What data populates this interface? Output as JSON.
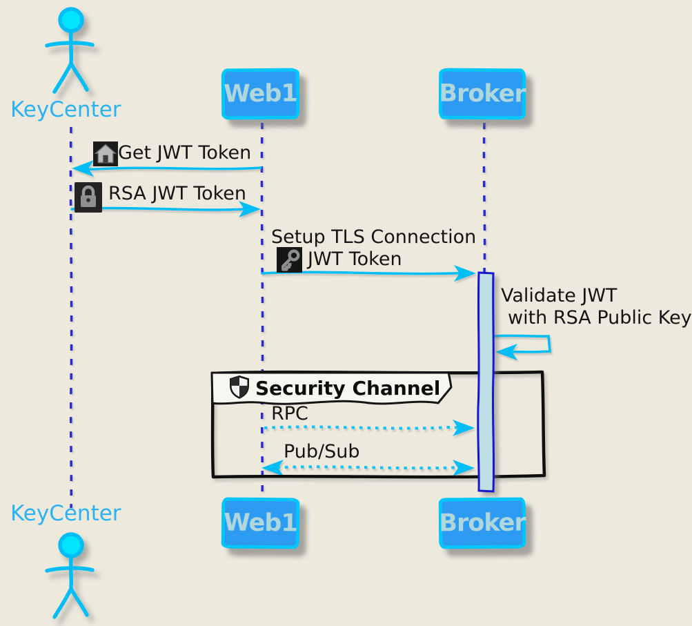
{
  "actors": {
    "keycenter": "KeyCenter"
  },
  "participants": {
    "web1": "Web1",
    "broker": "Broker"
  },
  "messages": {
    "get_jwt": "Get JWT Token",
    "rsa_jwt": "RSA JWT Token",
    "setup_tls_line1": "Setup TLS Connection",
    "setup_tls_line2": "JWT Token",
    "validate_line1": "Validate JWT",
    "validate_line2": "with RSA Public Key",
    "rpc": "RPC",
    "pubsub": "Pub/Sub"
  },
  "group": {
    "title": "Security Channel"
  },
  "icons": {
    "get_jwt_icon": "home-icon",
    "rsa_jwt_icon": "lock-icon",
    "setup_tls_icon": "key-icon",
    "group_icon": "shield-icon"
  },
  "colors": {
    "background": "#EDE9DD",
    "participant_fill": "#2E9BF2",
    "participant_border": "#00C6FC",
    "participant_text": "#AFD7DC",
    "actor_label": "#2BB3F1",
    "arrow": "#00BDF6",
    "lifeline": "#2A2AD2",
    "activation_fill": "#BDDEE4",
    "activation_border": "#1717CF",
    "group_border": "#0F0F0F",
    "message_text": "#141414"
  }
}
